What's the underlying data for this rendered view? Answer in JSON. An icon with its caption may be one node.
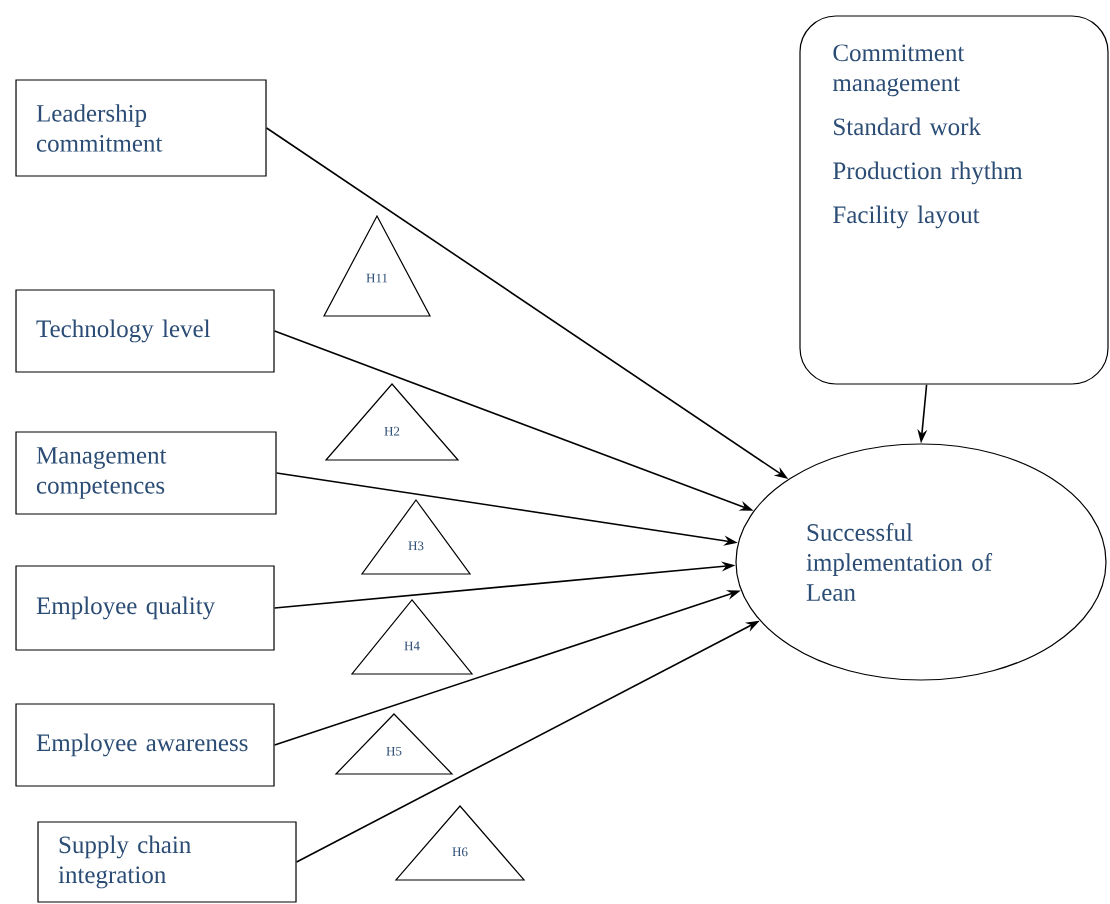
{
  "diagram": {
    "nodes": [
      {
        "text": [
          "Leadership commitment"
        ]
      },
      {
        "text": [
          "Technology level"
        ]
      },
      {
        "text": [
          "Management competences"
        ]
      },
      {
        "text": [
          "Employee quality"
        ]
      },
      {
        "text": [
          "Employee awareness"
        ]
      },
      {
        "text": [
          "Supply chain integration"
        ]
      },
      {
        "text": [
          "Commitment management",
          "Standard work",
          "Production rhythm",
          "Facility layout"
        ]
      },
      {
        "text": [
          "Successful implementation of Lean"
        ]
      },
      {
        "text": [
          "H11"
        ]
      },
      {
        "text": [
          "H2"
        ]
      },
      {
        "text": [
          "H3"
        ]
      },
      {
        "text": [
          "H4"
        ]
      },
      {
        "text": [
          "H5"
        ]
      },
      {
        "text": [
          "H6"
        ]
      }
    ],
    "edges": [
      {
        "from": 0,
        "to": 7,
        "arrow": "to"
      },
      {
        "from": 1,
        "to": 7,
        "arrow": "to"
      },
      {
        "from": 2,
        "to": 7,
        "arrow": "to"
      },
      {
        "from": 3,
        "to": 7,
        "arrow": "to"
      },
      {
        "from": 4,
        "to": 7,
        "arrow": "to"
      },
      {
        "from": 5,
        "to": 7,
        "arrow": "to"
      },
      {
        "from": 6,
        "to": 7,
        "arrow": "to"
      }
    ]
  }
}
